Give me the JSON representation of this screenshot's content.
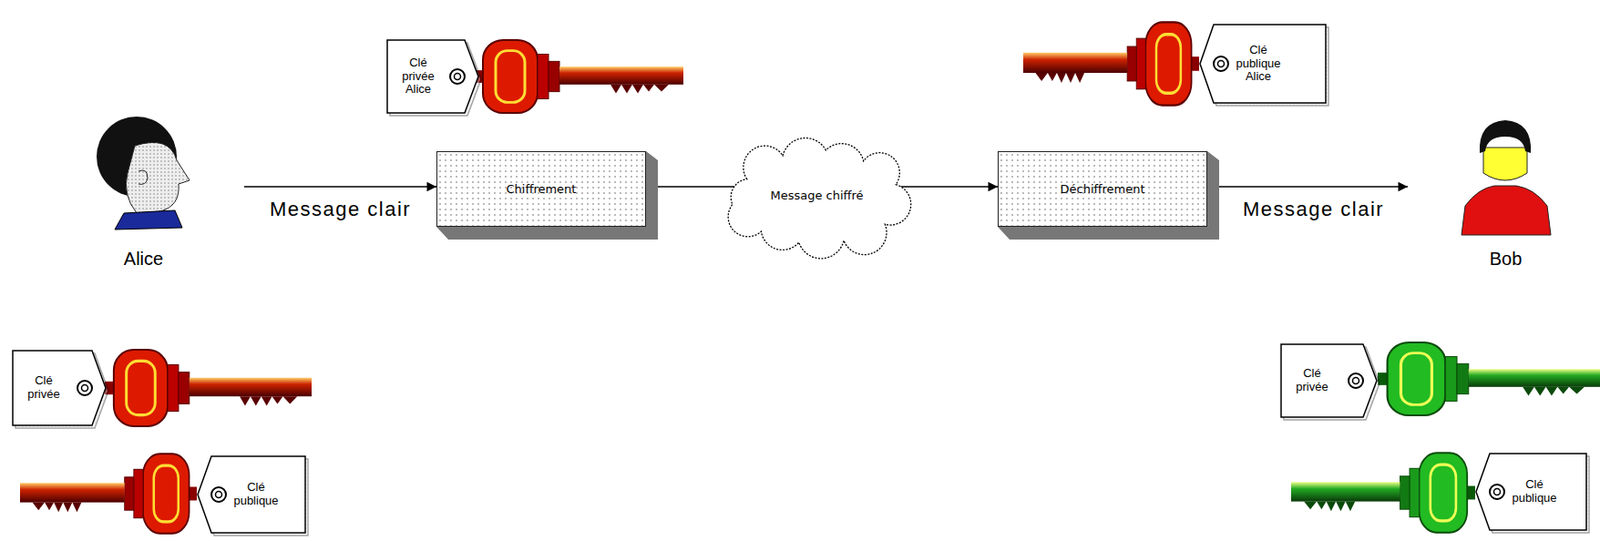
{
  "diagram": {
    "nodes": [
      {
        "text": [
          "Clé privée Alice"
        ]
      },
      {
        "text": [
          "Clé publique Alice"
        ]
      },
      {
        "text": [
          "Alice"
        ]
      },
      {
        "text": [
          "Chiffrement"
        ]
      },
      {
        "text": [
          "Message chiffré"
        ]
      },
      {
        "text": [
          "Déchiffrement"
        ]
      },
      {
        "text": [
          "Bob"
        ]
      },
      {
        "text": [
          "Clé privée"
        ]
      },
      {
        "text": [
          "Clé publique"
        ]
      },
      {
        "text": [
          "Clé privée"
        ]
      },
      {
        "text": [
          "Clé publique"
        ]
      }
    ],
    "edges": [
      {
        "from": 2,
        "to": 3,
        "arrow": "to",
        "label": "Message clair"
      },
      {
        "from": 3,
        "to": 4,
        "arrow": "none"
      },
      {
        "from": 4,
        "to": 5,
        "arrow": "to"
      },
      {
        "from": 5,
        "to": 6,
        "arrow": "to",
        "label": "Message clair"
      }
    ]
  }
}
